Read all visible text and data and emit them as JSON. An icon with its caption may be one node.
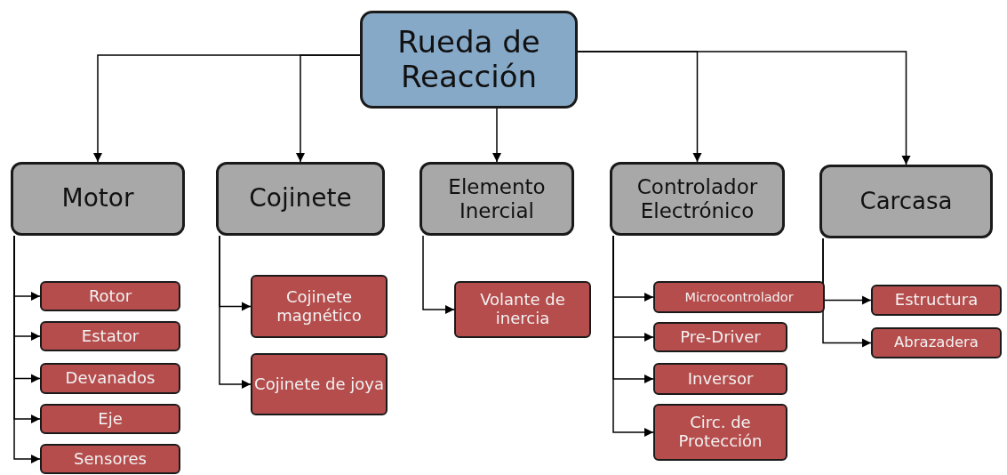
{
  "diagram": {
    "nodes": [
      {
        "text": [
          "Rueda de Reacción"
        ]
      },
      {
        "text": [
          "Motor"
        ]
      },
      {
        "text": [
          "Cojinete"
        ]
      },
      {
        "text": [
          "Elemento Inercial"
        ]
      },
      {
        "text": [
          "Controlador Electrónico"
        ]
      },
      {
        "text": [
          "Carcasa"
        ]
      },
      {
        "text": [
          "Rotor"
        ]
      },
      {
        "text": [
          "Estator"
        ]
      },
      {
        "text": [
          "Devanados"
        ]
      },
      {
        "text": [
          "Eje"
        ]
      },
      {
        "text": [
          "Sensores"
        ]
      },
      {
        "text": [
          "Cojinete magnético"
        ]
      },
      {
        "text": [
          "Cojinete de joya"
        ]
      },
      {
        "text": [
          "Volante de inercia"
        ]
      },
      {
        "text": [
          "Microcontrolador"
        ]
      },
      {
        "text": [
          "Pre-Driver"
        ]
      },
      {
        "text": [
          "Inversor"
        ]
      },
      {
        "text": [
          "Circ. de Protección"
        ]
      },
      {
        "text": [
          "Estructura"
        ]
      },
      {
        "text": [
          "Abrazadera"
        ]
      }
    ],
    "edges": [
      {
        "from": 0,
        "to": 1,
        "arrow": "to"
      },
      {
        "from": 0,
        "to": 2,
        "arrow": "to"
      },
      {
        "from": 0,
        "to": 3,
        "arrow": "to"
      },
      {
        "from": 0,
        "to": 4,
        "arrow": "to"
      },
      {
        "from": 0,
        "to": 5,
        "arrow": "to"
      },
      {
        "from": 1,
        "to": 6,
        "arrow": "to"
      },
      {
        "from": 1,
        "to": 7,
        "arrow": "to"
      },
      {
        "from": 1,
        "to": 8,
        "arrow": "to"
      },
      {
        "from": 1,
        "to": 9,
        "arrow": "to"
      },
      {
        "from": 1,
        "to": 10,
        "arrow": "to"
      },
      {
        "from": 2,
        "to": 11,
        "arrow": "to"
      },
      {
        "from": 2,
        "to": 12,
        "arrow": "to"
      },
      {
        "from": 3,
        "to": 13,
        "arrow": "to"
      },
      {
        "from": 4,
        "to": 14,
        "arrow": "to"
      },
      {
        "from": 4,
        "to": 15,
        "arrow": "to"
      },
      {
        "from": 4,
        "to": 16,
        "arrow": "to"
      },
      {
        "from": 4,
        "to": 17,
        "arrow": "to"
      },
      {
        "from": 5,
        "to": 18,
        "arrow": "to"
      },
      {
        "from": 5,
        "to": 19,
        "arrow": "to"
      }
    ]
  }
}
